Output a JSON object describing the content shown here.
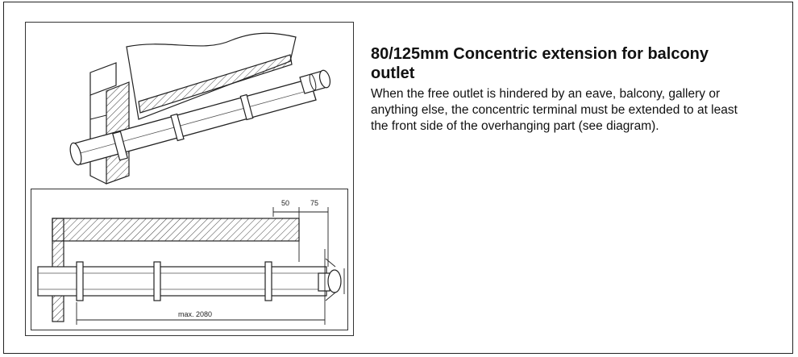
{
  "heading": "80/125mm Concentric extension for balcony outlet",
  "body_text": "When the free outlet is hindered by an eave, balcony, gallery or anything else, the concentric terminal must be extended to at least the front side of the overhanging part (see diagram).",
  "diagram": {
    "dim_50": "50",
    "dim_75": "75",
    "dim_max": "max. 2080"
  }
}
